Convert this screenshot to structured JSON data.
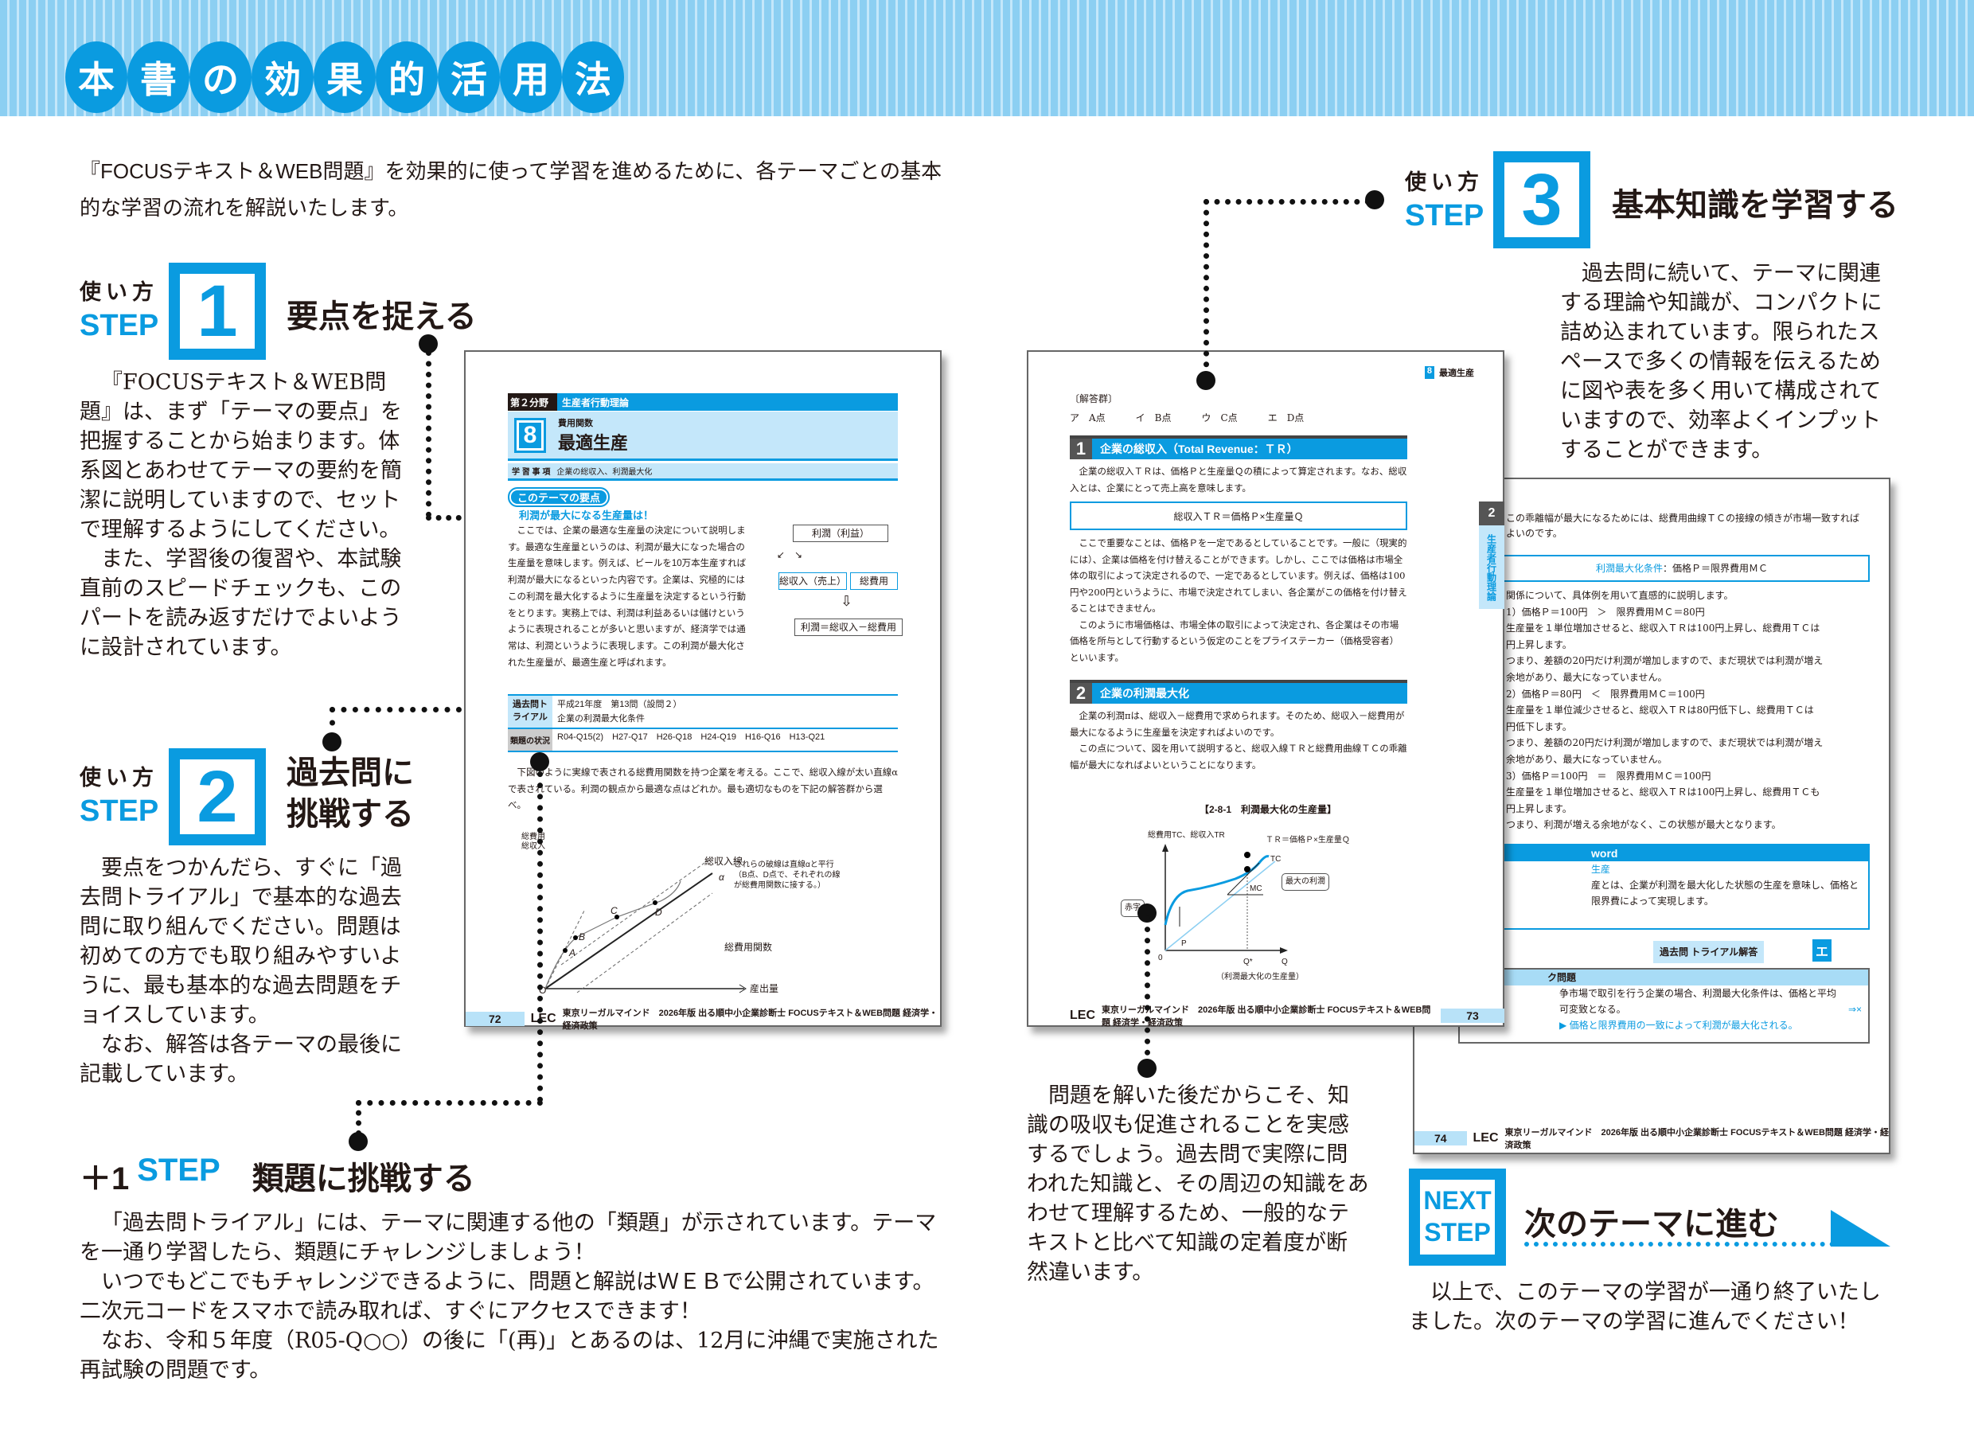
{
  "header": {
    "title_chars": [
      "本",
      "書",
      "の",
      "効",
      "果",
      "的",
      "活",
      "用",
      "法"
    ]
  },
  "intro": "『FOCUSテキスト＆WEB問題』を効果的に使って学習を進めるために、各テーマごとの基本的な学習の流れを解説いたします。",
  "step_common": {
    "tsukai": "使い方",
    "step": "STEP"
  },
  "step1": {
    "num": "1",
    "title": "要点を捉える",
    "body": [
      "『FOCUSテキスト＆WEB問題』は、まず「テーマの要点」を把握することから始まります。体系図とあわせてテーマの要約を簡潔に説明していますので、セットで理解するようにしてください。",
      "また、学習後の復習や、本試験直前のスピードチェックも、このパートを読み返すだけでよいように設計されています。"
    ]
  },
  "step2": {
    "num": "2",
    "title_line1": "過去問に",
    "title_line2": "挑戦する",
    "body": [
      "要点をつかんだら、すぐに「過去問トライアル」で基本的な過去問に取り組んでください。問題は初めての方でも取り組みやすいように、最も基本的な過去問題をチョイスしています。",
      "なお、解答は各テーマの最後に記載しています。"
    ]
  },
  "plus1": {
    "prefix": "＋1",
    "step": "STEP",
    "title": "類題に挑戦する",
    "body": [
      "「過去問トライアル」には、テーマに関連する他の「類題」が示されています。テーマを一通り学習したら、類題にチャレンジしましょう！",
      "いつでもどこでもチャレンジできるように、問題と解説はＷＥＢで公開されています。二次元コードをスマホで読み取れば、すぐにアクセスできます！",
      "なお、令和５年度（R05-Q○○）の後に「(再)」とあるのは、12月に沖縄で実施された再試験の問題です。"
    ]
  },
  "step3": {
    "num": "3",
    "title": "基本知識を学習する",
    "body": "過去問に続いて、テーマに関連する理論や知識が、コンパクトに詰め込まれています。限られたスペースで多くの情報を伝えるために図や表を多く用いて構成されていますので、効率よくインプットすることができます。"
  },
  "after73": "問題を解いた後だからこそ、知識の吸収も促進されることを実感するでしょう。過去問で実際に問われた知識と、その周辺の知識をあわせて理解するため、一般的なテキストと比べて知識の定着度が断然違います。",
  "next": {
    "line1": "NEXT",
    "line2": "STEP",
    "title": "次のテーマに進む",
    "body": "以上で、このテーマの学習が一通り終了いたしました。次のテーマの学習に進んでください！"
  },
  "p72": {
    "field_label": "第２分野",
    "field": "生産者行動理論",
    "theme_no": "8",
    "theme_sub": "費用関数",
    "theme_title": "最適生産",
    "learn_label": "学 習 事 項",
    "learn": "企業の総収入、利潤最大化",
    "youten_badge": "このテーマの要点",
    "youten_head": "利潤が最大になる生産量は！",
    "youten_body": "ここでは、企業の最適な生産量の決定について説明します。最適な生産量というのは、利潤が最大になった場合の生産量を意味します。例えば、ビールを10万本生産すれば利潤が最大になるといった内容です。企業は、究極的にはこの利潤を最大化するように生産量を決定するという行動をとります。実務上では、利潤は利益あるいは儲けというように表現されることが多いと思いますが、経済学では通常は、利潤というように表現します。この利潤が最大化された生産量が、最適生産と呼ばれます。",
    "diagram": {
      "top": "利潤（利益）",
      "left": "総収入（売上）",
      "right": "総費用",
      "bottom": "利潤＝総収入－総費用"
    },
    "kako_label": "過去問トライアル",
    "kako_year": "平成21年度　第13問（設問２）",
    "kako_topic": "企業の利潤最大化条件",
    "ruidai_label": "類題の状況",
    "ruidai": "R04-Q15(2)　H27-Q17　H26-Q18　H24-Q19　H16-Q16　H13-Q21",
    "question": "下図のように実線で表される総費用関数を持つ企業を考える。ここで、総収入線が太い直線αで表されている。利潤の観点から最適な点はどれか。最も適切なものを下記の解答群から選べ。",
    "graph": {
      "ylabel": "総費用\n総収入",
      "tr": "総収入線",
      "tc": "総費用関数",
      "alpha": "α",
      "note": "これらの破線は直線αと平行（B点、D点で、それぞれの線が総費用関数に接する。）",
      "x": "産出量",
      "o": "O",
      "A": "A",
      "B": "B",
      "C": "C",
      "D": "D"
    },
    "page": "72",
    "footer": "東京リーガルマインド　2026年版 出る順中小企業診断士 FOCUSテキスト＆WEB問題 経済学・経済政策",
    "logo": "LEC"
  },
  "p73": {
    "header_no": "8",
    "header": "最適生産",
    "answers_label": "〔解答群〕",
    "answers": [
      "ア　A点",
      "イ　B点",
      "ウ　C点",
      "エ　D点"
    ],
    "s1_no": "1",
    "s1": "企業の総収入（Total Revenue：ＴＲ）",
    "s1_p1": "企業の総収入ＴＲは、価格Ｐと生産量Ｑの積によって算定されます。なお、総収入とは、企業にとって売上高を意味します。",
    "formula": "総収入ＴＲ＝価格Ｐ×生産量Ｑ",
    "s1_p2": "ここで重要なことは、価格Ｐを一定であるとしていることです。一般に（現実的には）、企業は価格を付け替えることができます。しかし、ここでは価格は市場全体の取引によって決定されるので、一定であるとしています。例えば、価格は100円や200円というように、市場で決定されてしまい、各企業がこの価格を付け替えることはできません。",
    "s1_p3": "このように市場価格は、市場全体の取引によって決定され、各企業はその市場価格を所与として行動するという仮定のことをプライステーカー（価格受容者）といいます。",
    "s2_no": "2",
    "s2": "企業の利潤最大化",
    "s2_p1": "企業の利潤πは、総収入－総費用で求められます。そのため、総収入－総費用が最大になるように生産量を決定すればよいのです。",
    "s2_p2": "この点について、図を用いて説明すると、総収入線ＴＲと総費用曲線ＴＣの乖離幅が最大になればよいということになります。",
    "fig_title": "【2-8-1　利潤最大化の生産量】",
    "fig": {
      "ylabel": "総費用TC、総収入TR",
      "tr": "ＴＲ＝価格Ｐ×生産量Ｑ",
      "tc": "TC",
      "max": "最大の利潤",
      "mc": "MC",
      "loss": "赤字",
      "p": "P",
      "o": "0",
      "qstar": "Q*",
      "q": "Q",
      "qnote": "（利潤最大化の生産量）"
    },
    "tab_no": "2",
    "tab": "生産者行動理論",
    "page": "73",
    "footer": "東京リーガルマインド　2026年版 出る順中小企業診断士 FOCUSテキスト＆WEB問題 経済学・経済政策",
    "logo": "LEC"
  },
  "p74": {
    "p1": "この乖離幅が最大になるためには、総費用曲線ＴＣの接線の傾きが市場一致すればよいのです。",
    "cond_label": "利潤最大化条件",
    "cond": "：価格Ｐ＝限界費用ＭＣ",
    "lines": [
      "関係について、具体例を用いて直感的に説明します。",
      "1）価格Ｐ＝100円　＞　限界費用ＭＣ＝80円",
      "生産量を１単位増加させると、総収入ＴＲは100円上昇し、総費用ＴＣは",
      "円上昇します。",
      "つまり、差額の20円だけ利潤が増加しますので、まだ現状では利潤が増え",
      "余地があり、最大になっていません。",
      "2）価格Ｐ＝80円　＜　限界費用ＭＣ＝100円",
      "生産量を１単位減少させると、総収入ＴＲは80円低下し、総費用ＴＣは",
      "円低下します。",
      "つまり、差額の20円だけ利潤が増加しますので、まだ現状では利潤が増え",
      "余地があり、最大になっていません。",
      "3）価格Ｐ＝100円　＝　限界費用ＭＣ＝100円",
      "生産量を１単位増加させると、総収入ＴＲは100円上昇し、総費用ＴＣも",
      "円上昇します。",
      "つまり、利潤が増える余地がなく、この状態が最大となります。"
    ],
    "word_head": "word",
    "word_term": "生産",
    "word_body": "産とは、企業が利潤を最大化した状態の生産を意味し、価格と限界費によって実現します。",
    "answer_label": "過去問 トライアル解答",
    "answer": "エ",
    "check_head": "ク問題",
    "check_q": "争市場で取引を行う企業の場合、利潤最大化条件は、価格と平均可変致となる。",
    "check_mark": "⇒×",
    "check_a": "価格と限界費用の一致によって利潤が最大化される。",
    "page": "74",
    "footer": "東京リーガルマインド　2026年版 出る順中小企業診断士 FOCUSテキスト＆WEB問題 経済学・経済政策",
    "logo": "LEC"
  },
  "colors": {
    "accent": "#0a9be0",
    "light": "#c4e7fa"
  }
}
